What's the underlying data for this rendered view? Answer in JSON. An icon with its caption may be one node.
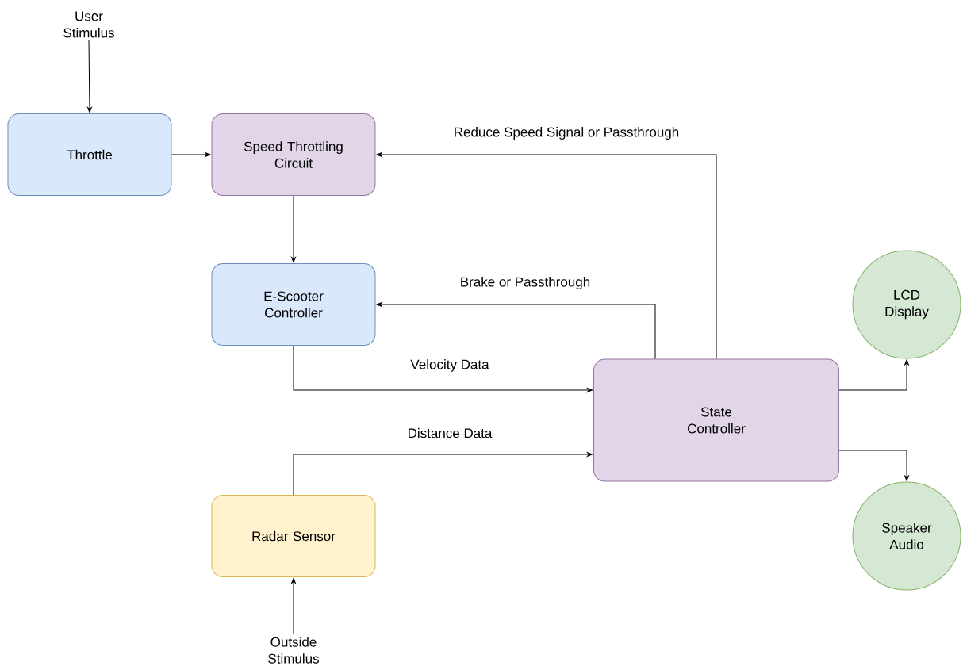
{
  "diagram": {
    "nodes": [
      {
        "text": [
          "User Stimulus"
        ]
      },
      {
        "text": [
          "Throttle"
        ]
      },
      {
        "text": [
          "Speed Throttling Circuit"
        ]
      },
      {
        "text": [
          "E-Scooter Controller"
        ]
      },
      {
        "text": [
          "State Controller"
        ]
      },
      {
        "text": [
          "LCD Display"
        ]
      },
      {
        "text": [
          "Radar Sensor"
        ]
      },
      {
        "text": [
          "Speaker Audio"
        ]
      },
      {
        "text": [
          "Outside Stimulus"
        ]
      }
    ],
    "edges": [
      {
        "from": 0,
        "to": 1,
        "arrow": "to"
      },
      {
        "from": 1,
        "to": 2,
        "arrow": "to"
      },
      {
        "from": 2,
        "to": 3,
        "arrow": "to"
      },
      {
        "from": 4,
        "to": 2,
        "arrow": "to",
        "label": "Reduce Speed Signal or Passthrough"
      },
      {
        "from": 4,
        "to": 3,
        "arrow": "to",
        "label": "Brake or Passthrough"
      },
      {
        "from": 3,
        "to": 4,
        "arrow": "to",
        "label": "Velocity Data"
      },
      {
        "from": 6,
        "to": 4,
        "arrow": "to",
        "label": "Distance Data"
      },
      {
        "from": 4,
        "to": 5,
        "arrow": "to"
      },
      {
        "from": 4,
        "to": 7,
        "arrow": "to"
      },
      {
        "from": 8,
        "to": 6,
        "arrow": "to"
      }
    ]
  }
}
